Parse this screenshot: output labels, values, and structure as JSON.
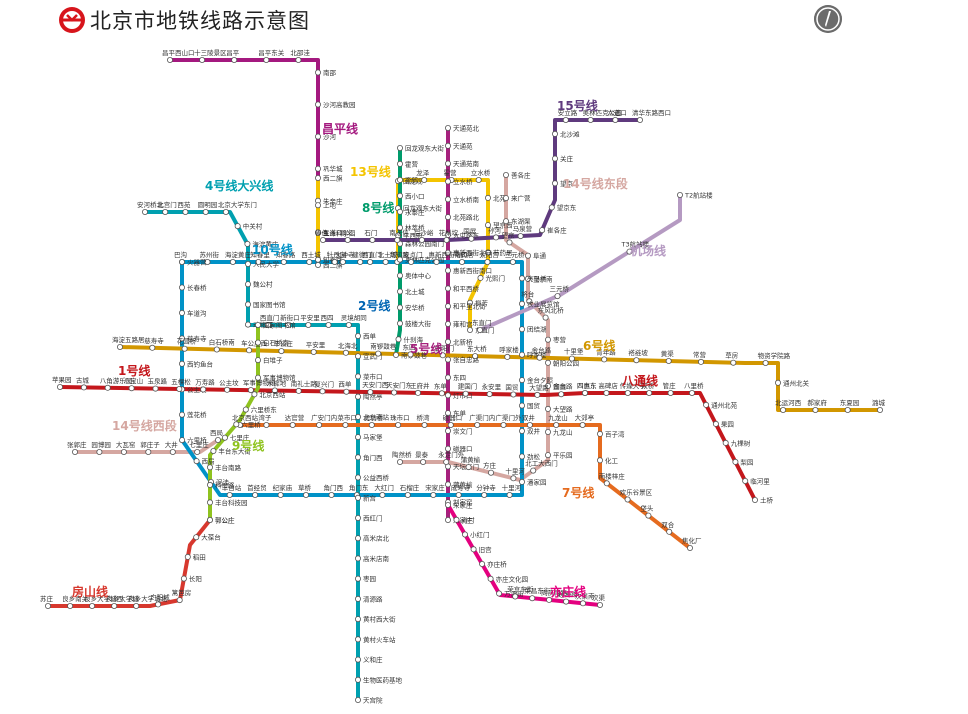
{
  "header": {
    "title": "北京市地铁线路示意图",
    "logo_icon": "metro-logo-icon",
    "compass_icon": "compass-icon"
  },
  "lines": [
    {
      "id": "1",
      "label": "1号线",
      "color": "#c4171c"
    },
    {
      "id": "2",
      "label": "2号线",
      "color": "#0065b3"
    },
    {
      "id": "4",
      "label": "4号线大兴线",
      "color": "#00a0b0"
    },
    {
      "id": "5",
      "label": "5号线",
      "color": "#a6217d"
    },
    {
      "id": "6",
      "label": "6号线",
      "color": "#d29700"
    },
    {
      "id": "7",
      "label": "7号线",
      "color": "#e56b1f"
    },
    {
      "id": "8",
      "label": "8号线",
      "color": "#009b6b"
    },
    {
      "id": "8t",
      "label": "八通线",
      "color": "#c4171c"
    },
    {
      "id": "9",
      "label": "9号线",
      "color": "#8fc31f"
    },
    {
      "id": "10",
      "label": "10号线",
      "color": "#0092c7"
    },
    {
      "id": "13",
      "label": "13号线",
      "color": "#f4c400"
    },
    {
      "id": "14w",
      "label": "14号线西段",
      "color": "#d5a7a1"
    },
    {
      "id": "14e",
      "label": "14号线东段",
      "color": "#d5a7a1"
    },
    {
      "id": "15",
      "label": "15号线",
      "color": "#5f3a7e"
    },
    {
      "id": "cp",
      "label": "昌平线",
      "color": "#a4197f"
    },
    {
      "id": "fs",
      "label": "房山线",
      "color": "#d7382e"
    },
    {
      "id": "yz",
      "label": "亦庄线",
      "color": "#e4007f"
    },
    {
      "id": "ap",
      "label": "机场线",
      "color": "#b59ac2"
    }
  ],
  "stations": {
    "cp": [
      "昌平西山口",
      "十三陵景区",
      "昌平",
      "昌平东关",
      "北邵洼",
      "南邵",
      "沙河高教园",
      "沙河",
      "巩华城",
      "朱辛庄",
      "生命科学园",
      "西二旗"
    ],
    "l13": [
      "西二旗",
      "上地",
      "五道口",
      "知春路",
      "大钟寺",
      "西直门",
      "育知路",
      "平西府",
      "回龙观东大街",
      "回龙观",
      "龙泽",
      "霍营",
      "立水桥",
      "北苑",
      "望京西",
      "芍药居",
      "光熙门",
      "柳芳",
      "东直门"
    ],
    "l8": [
      "回龙观东大街",
      "霍营",
      "育新",
      "西小口",
      "永泰庄",
      "林萃桥",
      "森林公园南门",
      "奥林匹克公园",
      "奥体中心",
      "北土城",
      "安华桥",
      "鼓楼大街",
      "什刹海",
      "南锣鼓巷"
    ],
    "l5": [
      "天通苑北",
      "天通苑",
      "天通苑南",
      "立水桥",
      "立水桥南",
      "北苑路北",
      "大屯路东",
      "惠新西街北口",
      "惠新西街南口",
      "和平西桥",
      "和平里北街",
      "雍和宫",
      "北新桥",
      "张自忠路",
      "东四",
      "灯市口",
      "东单",
      "崇文门",
      "磁器口",
      "天坛东门",
      "蒲黄榆",
      "刘家窑",
      "宋家庄"
    ],
    "l15": [
      "俸伯",
      "顺义",
      "石门",
      "南法信",
      "后沙峪",
      "花梨坎",
      "国展",
      "孙河",
      "马泉营",
      "崔各庄",
      "望京东",
      "望京",
      "关庄",
      "北沙滩",
      "安立路",
      "奥林匹克公园",
      "六道口",
      "清华东路西口"
    ],
    "l14e": [
      "善各庄",
      "来广营",
      "东湖渠",
      "望京",
      "阜通",
      "望京南",
      "将台",
      "东风北桥",
      "枣营",
      "朝阳公园",
      "金台路",
      "大望路",
      "九龙山",
      "平乐园",
      "北工大西门",
      "十里河",
      "方庄",
      "蒲黄榆",
      "永定门外",
      "景泰",
      "陶然桥"
    ],
    "l14w": [
      "张郭庄",
      "园博园",
      "大瓦窑",
      "郭庄子",
      "大井",
      "七里庄",
      "西局"
    ],
    "l10": [
      "巴沟",
      "苏州街",
      "海淀黄庄",
      "知春里",
      "知春路",
      "西土城",
      "牡丹园",
      "健德门",
      "北土城",
      "安贞门",
      "惠新西街南口",
      "芍药居",
      "太阳宫",
      "三元桥",
      "亮马桥",
      "农业展览馆",
      "团结湖",
      "呼家楼",
      "金台夕照",
      "国贸",
      "双井",
      "劲松",
      "潘家园",
      "十里河",
      "分钟寺",
      "成寿寺",
      "宋家庄",
      "石榴庄",
      "大红门",
      "角门东",
      "角门西",
      "草桥",
      "纪家庙",
      "首经贸",
      "丰台站",
      "泥洼",
      "西局",
      "六里桥",
      "莲花桥",
      "公主坟",
      "西钓鱼台",
      "慈寿寺",
      "车道沟",
      "长春桥",
      "火器营"
    ],
    "l4": [
      "安河桥北",
      "北宫门",
      "西苑",
      "圆明园",
      "北京大学东门",
      "中关村",
      "海淀黄庄",
      "人民大学",
      "魏公村",
      "国家图书馆",
      "动物园",
      "西直门",
      "新街口",
      "平安里",
      "西四",
      "灵境胡同",
      "西单",
      "宣武门",
      "菜市口",
      "陶然亭",
      "北京南站",
      "马家堡",
      "角门西",
      "公益西桥",
      "新宫",
      "西红门",
      "高米店北",
      "高米店南",
      "枣园",
      "清源路",
      "黄村西大街",
      "黄村火车站",
      "义和庄",
      "生物医药基地",
      "天宫院"
    ],
    "l1": [
      "苹果园",
      "古城",
      "八角游乐园",
      "八宝山",
      "玉泉路",
      "五棵松",
      "万寿路",
      "公主坟",
      "军事博物馆",
      "木樨地",
      "南礼士路",
      "复兴门",
      "西单",
      "天安门西",
      "天安门东",
      "王府井",
      "东单",
      "建国门",
      "永安里",
      "国贸",
      "大望路",
      "四惠",
      "四惠东"
    ],
    "l8t": [
      "四惠东",
      "高碑店",
      "传媒大学",
      "双桥",
      "管庄",
      "八里桥",
      "通州北苑",
      "果园",
      "九棵树",
      "梨园",
      "临河里",
      "土桥"
    ],
    "l6": [
      "海淀五路居",
      "慈寿寺",
      "花园桥",
      "白石桥南",
      "车公庄西",
      "车公庄",
      "平安里",
      "北海北",
      "南锣鼓巷",
      "东四",
      "朝阳门",
      "东大桥",
      "呼家楼",
      "金台路",
      "十里堡",
      "青年路",
      "褡裢坡",
      "黄渠",
      "常营",
      "草房",
      "物资学院路",
      "通州北关",
      "北运河西",
      "郝家府",
      "东夏园",
      "潞城"
    ],
    "l7": [
      "北京西站",
      "湾子",
      "达官营",
      "广安门内",
      "菜市口",
      "虎坊桥",
      "珠市口",
      "桥湾",
      "磁器口",
      "广渠门内",
      "广渠门外",
      "双井",
      "九龙山",
      "大郊亭",
      "百子湾",
      "化工",
      "南楼梓庄",
      "欢乐谷景区",
      "垡头",
      "双合",
      "焦化厂"
    ],
    "l9": [
      "国家图书馆",
      "白石桥南",
      "白堆子",
      "军事博物馆",
      "北京西站",
      "六里桥东",
      "六里桥",
      "七里庄",
      "丰台东大街",
      "丰台南路",
      "科怡路",
      "丰台科技园",
      "郭公庄"
    ],
    "fs": [
      "郭公庄",
      "大葆台",
      "稻田",
      "长阳",
      "篱笆房",
      "广阳城",
      "良乡大学城北",
      "良乡大学城",
      "良乡大学城西",
      "良乡南关",
      "苏庄"
    ],
    "yz": [
      "宋家庄",
      "肖村",
      "小红门",
      "旧宫",
      "亦庄桥",
      "亦庄文化园",
      "万源街",
      "荣京东街",
      "荣昌东街",
      "同济南路",
      "经海路",
      "次渠南",
      "次渠"
    ],
    "ap": [
      "东直门",
      "三元桥",
      "T3航站楼",
      "T2航站楼"
    ]
  }
}
